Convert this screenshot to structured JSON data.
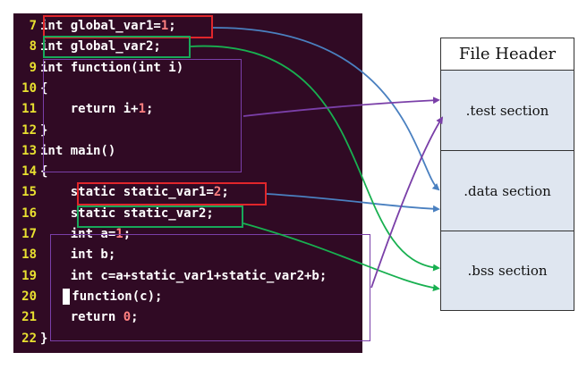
{
  "code": {
    "lines": [
      {
        "num": "7",
        "parts": [
          {
            "t": "int global_var1=",
            "c": "kw"
          },
          {
            "t": "1",
            "c": "num"
          },
          {
            "t": ";",
            "c": "kw"
          }
        ]
      },
      {
        "num": "8",
        "parts": [
          {
            "t": "int global_var2;",
            "c": "kw"
          }
        ]
      },
      {
        "num": "9",
        "parts": [
          {
            "t": "int function(int i)",
            "c": "kw"
          }
        ]
      },
      {
        "num": "10",
        "parts": [
          {
            "t": "{",
            "c": "kw"
          }
        ]
      },
      {
        "num": "11",
        "parts": [
          {
            "t": "    return i+",
            "c": "kw"
          },
          {
            "t": "1",
            "c": "num"
          },
          {
            "t": ";",
            "c": "kw"
          }
        ]
      },
      {
        "num": "12",
        "parts": [
          {
            "t": "}",
            "c": "kw"
          }
        ]
      },
      {
        "num": "13",
        "parts": [
          {
            "t": "int main()",
            "c": "kw"
          }
        ]
      },
      {
        "num": "14",
        "parts": [
          {
            "t": "{",
            "c": "kw"
          }
        ]
      },
      {
        "num": "15",
        "parts": [
          {
            "t": "    static static_var1=",
            "c": "kw"
          },
          {
            "t": "2",
            "c": "num"
          },
          {
            "t": ";",
            "c": "kw"
          }
        ]
      },
      {
        "num": "16",
        "parts": [
          {
            "t": "    static static_var2;",
            "c": "kw"
          }
        ]
      },
      {
        "num": "17",
        "parts": [
          {
            "t": "    int a=",
            "c": "kw"
          },
          {
            "t": "1",
            "c": "num"
          },
          {
            "t": ";",
            "c": "kw"
          }
        ]
      },
      {
        "num": "18",
        "parts": [
          {
            "t": "    int b;",
            "c": "kw"
          }
        ]
      },
      {
        "num": "19",
        "parts": [
          {
            "t": "    int c=a+static_var1+static_var2+b;",
            "c": "kw"
          }
        ]
      },
      {
        "num": "20",
        "cursor": true,
        "parts": [
          {
            "t": "function(c);",
            "c": "kw"
          }
        ]
      },
      {
        "num": "21",
        "parts": [
          {
            "t": "    return ",
            "c": "kw"
          },
          {
            "t": "0",
            "c": "num"
          },
          {
            "t": ";",
            "c": "kw"
          }
        ]
      },
      {
        "num": "22",
        "parts": [
          {
            "t": "}",
            "c": "kw"
          }
        ]
      }
    ]
  },
  "file_layout": {
    "header": "File Header",
    "test_section": ".test section",
    "data_section": ".data section",
    "bss_section": ".bss section"
  },
  "colors": {
    "code_background": "#300a24",
    "line_number": "#e8e030",
    "initialized_highlight": "#e0262b",
    "uninitialized_highlight": "#18a85a",
    "code_region_highlight": "#7a3fa8",
    "arrow_to_data": "#4a80c0",
    "arrow_to_bss": "#18b050",
    "arrow_to_test": "#7a3fa8"
  }
}
